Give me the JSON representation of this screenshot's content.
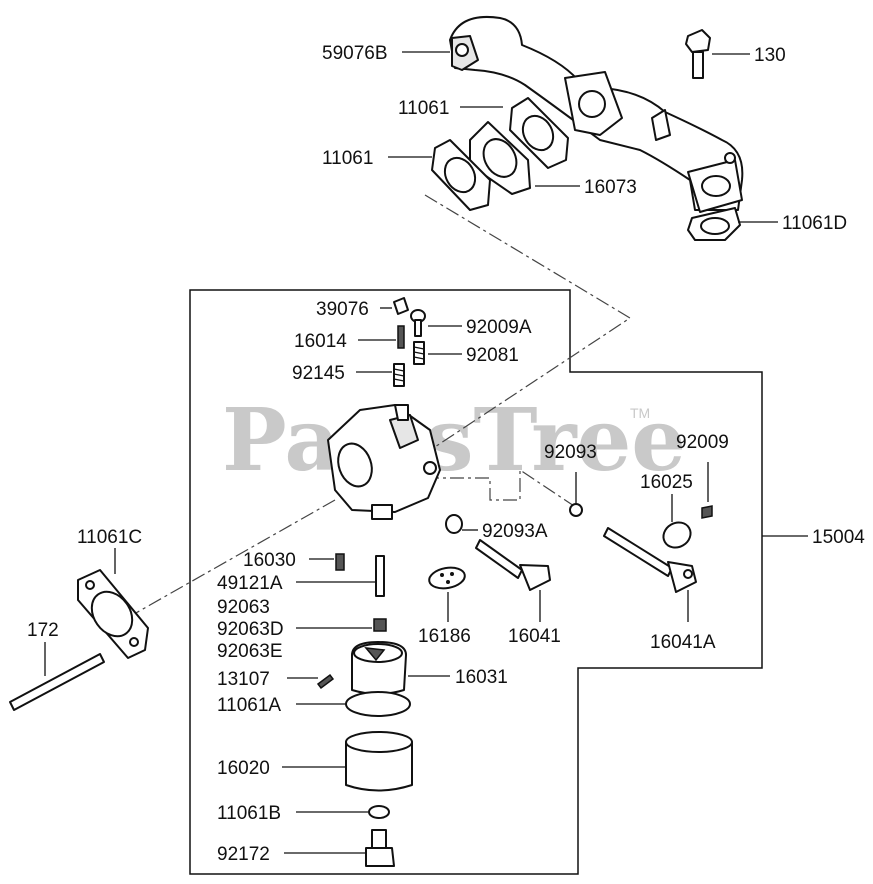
{
  "watermark": {
    "text": "PartsTree",
    "trademark": "TM"
  },
  "labels": {
    "p59076B": "59076B",
    "p130": "130",
    "p11061_upper": "11061",
    "p11061_left": "11061",
    "p16073": "16073",
    "p11061D": "11061D",
    "p39076": "39076",
    "p92009A": "92009A",
    "p16014": "16014",
    "p92081": "92081",
    "p92145": "92145",
    "p92093": "92093",
    "p92009": "92009",
    "p16025": "16025",
    "p11061C": "11061C",
    "p92093A": "92093A",
    "p15004": "15004",
    "p16030": "16030",
    "p49121A": "49121A",
    "p92063": "92063",
    "p92063D": "92063D",
    "p92063E": "92063E",
    "p172": "172",
    "p16186": "16186",
    "p16041": "16041",
    "p16041A": "16041A",
    "p13107": "13107",
    "p16031": "16031",
    "p11061A": "11061A",
    "p16020": "16020",
    "p11061B": "11061B",
    "p92172": "92172"
  },
  "colors": {
    "line": "#111111",
    "watermark": "#c9c9c9",
    "background": "#ffffff"
  }
}
